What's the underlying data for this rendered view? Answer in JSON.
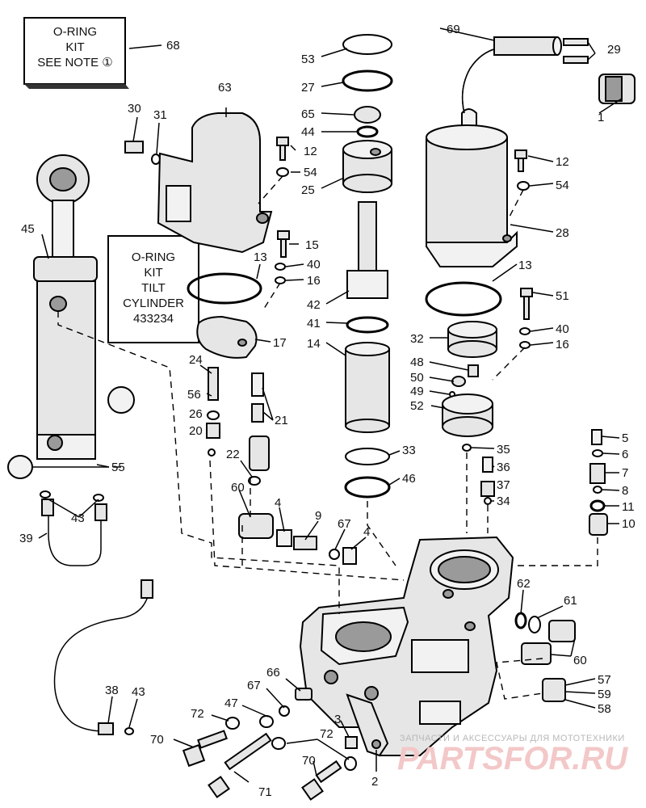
{
  "notes": {
    "oring_note": [
      "O-RING",
      "KIT",
      "SEE NOTE ①"
    ],
    "tilt_kit": [
      "O-RING",
      "KIT",
      "TILT",
      "CYLINDER",
      "433234"
    ]
  },
  "parts": {
    "p1": "1",
    "p2": "2",
    "p3": "3",
    "p4a": "4",
    "p4b": "4",
    "p5": "5",
    "p6": "6",
    "p7": "7",
    "p8": "8",
    "p9": "9",
    "p10": "10",
    "p11": "11",
    "p12a": "12",
    "p12b": "12",
    "p13a": "13",
    "p13b": "13",
    "p14": "14",
    "p15": "15",
    "p16a": "16",
    "p16b": "16",
    "p17": "17",
    "p20": "20",
    "p21": "21",
    "p22": "22",
    "p24": "24",
    "p25": "25",
    "p26": "26",
    "p27": "27",
    "p28": "28",
    "p29": "29",
    "p30": "30",
    "p31": "31",
    "p32": "32",
    "p33": "33",
    "p34": "34",
    "p35": "35",
    "p36": "36",
    "p37": "37",
    "p38": "38",
    "p39": "39",
    "p40a": "40",
    "p40b": "40",
    "p41": "41",
    "p42": "42",
    "p43a": "43",
    "p43b": "43",
    "p44": "44",
    "p45": "45",
    "p46": "46",
    "p47": "47",
    "p48": "48",
    "p49": "49",
    "p50": "50",
    "p51": "51",
    "p52": "52",
    "p53": "53",
    "p54a": "54",
    "p54b": "54",
    "p55": "55",
    "p56": "56",
    "p57": "57",
    "p58": "58",
    "p59": "59",
    "p60a": "60",
    "p60b": "60",
    "p61": "61",
    "p62": "62",
    "p63": "63",
    "p65": "65",
    "p66": "66",
    "p67a": "67",
    "p67b": "67",
    "p68": "68",
    "p69": "69",
    "p70a": "70",
    "p70b": "70",
    "p71": "71",
    "p72a": "72",
    "p72b": "72"
  },
  "watermark": {
    "caption": "ЗАПЧАСТИ И АКСЕССУАРЫ ДЛЯ МОТОТЕХНИКИ",
    "brand": "PARTSFOR.RU"
  }
}
